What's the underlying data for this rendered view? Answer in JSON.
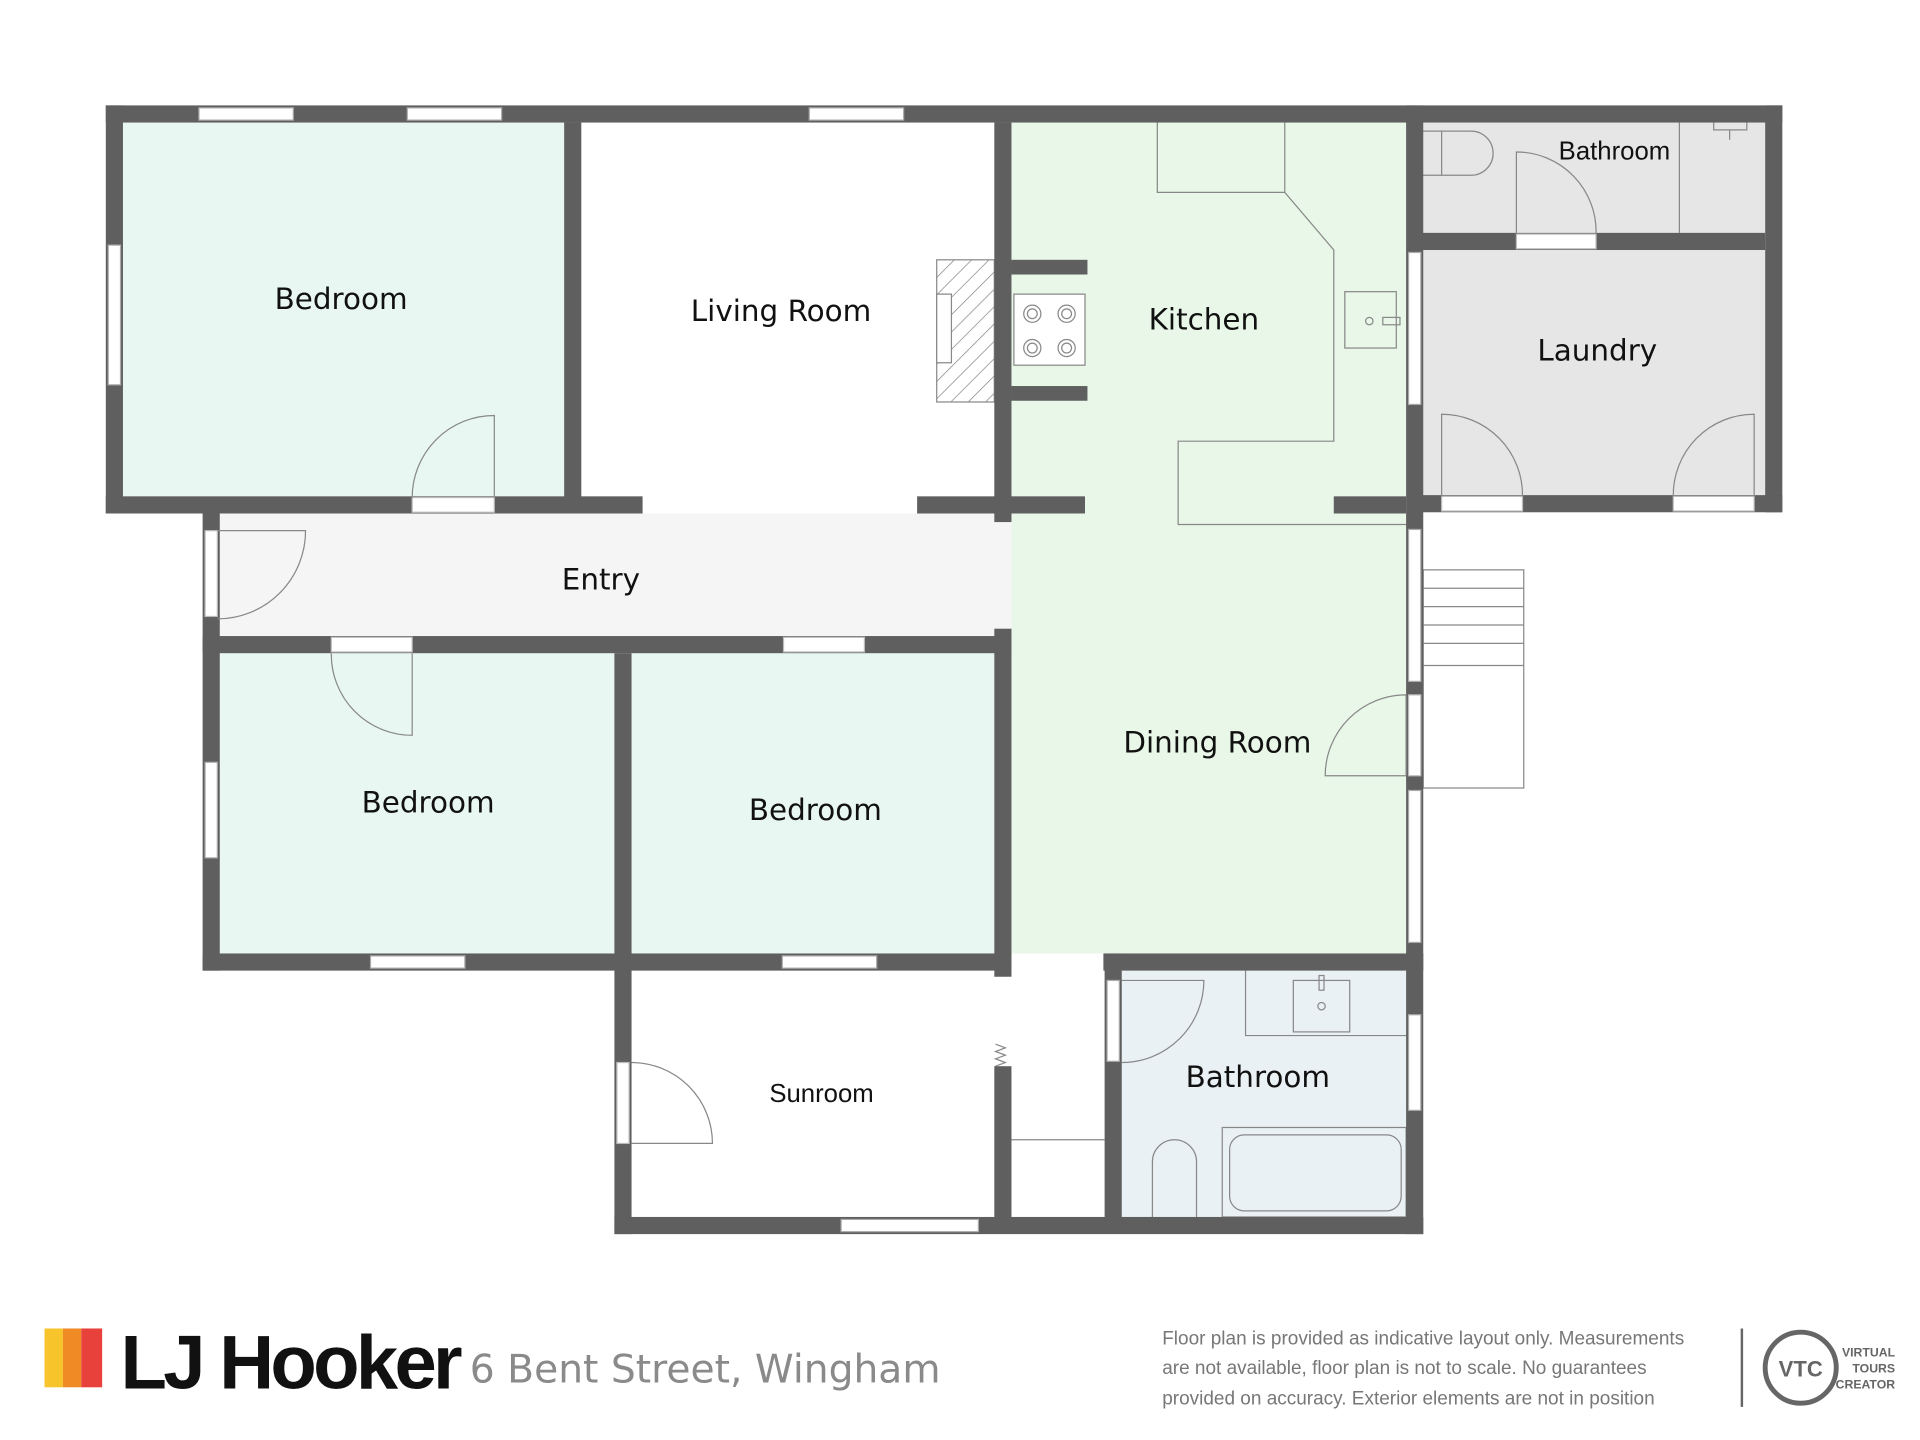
{
  "rooms": {
    "bedroom_1": "Bedroom",
    "living_room": "Living Room",
    "kitchen": "Kitchen",
    "bathroom_1": "Bathroom",
    "laundry": "Laundry",
    "entry": "Entry",
    "bedroom_2": "Bedroom",
    "bedroom_3": "Bedroom",
    "dining_room": "Dining Room",
    "sunroom": "Sunroom",
    "bathroom_2": "Bathroom"
  },
  "colors": {
    "wall": "#5f5f5f",
    "bedroom": "#e8f7f1",
    "kitchen_dining": "#e8f7e8",
    "wet_area": "#e6e6e6",
    "entry": "#f5f5f5",
    "bathroom_2": "#e9f1f5",
    "logo_yellow": "#f7c52b",
    "logo_orange": "#f08a24",
    "logo_red": "#e8403a"
  },
  "footer": {
    "brand": "LJ Hooker",
    "address": "6 Bent Street, Wingham",
    "disclaimer": [
      "Floor plan is provided as indicative layout only. Measurements",
      "are not available, floor plan is not to scale. No guarantees",
      "provided on accuracy. Exterior elements are not in position"
    ],
    "vtc_mark": "VTC",
    "vtc_name": [
      "VIRTUAL",
      "TOURS",
      "CREATOR"
    ]
  }
}
